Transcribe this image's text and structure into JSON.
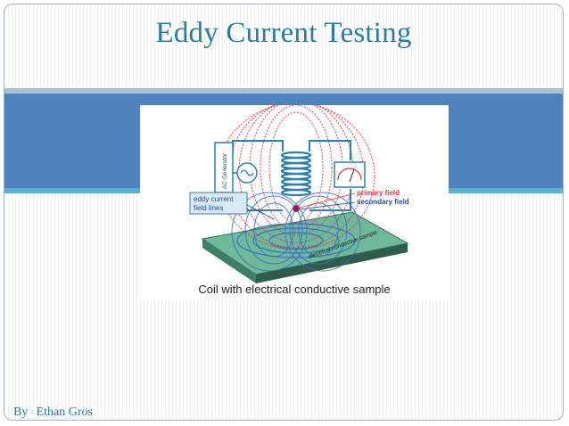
{
  "slide": {
    "title": "Eddy Current Testing",
    "author_prefix": "By",
    "author_separator": ":",
    "author_name": "Ethan Gros"
  },
  "figure": {
    "labels": {
      "ac_generator": "AC Generator",
      "eddy_current_line1": "eddy current",
      "eddy_current_line2": "field lines",
      "primary_field": "primary field",
      "secondary_field": "secondary field",
      "sample": "electrical conductive sample"
    },
    "caption": "Coil with electrical conductive sample"
  },
  "colors": {
    "title": "#2e7b9c",
    "band": "#4f81bc",
    "band_bottom": "#5cb0cf",
    "primary_field": "#e0353f",
    "secondary_field": "#3a6fc4",
    "sample_top": "#6fb89a",
    "coil": "#2f7fa8"
  }
}
